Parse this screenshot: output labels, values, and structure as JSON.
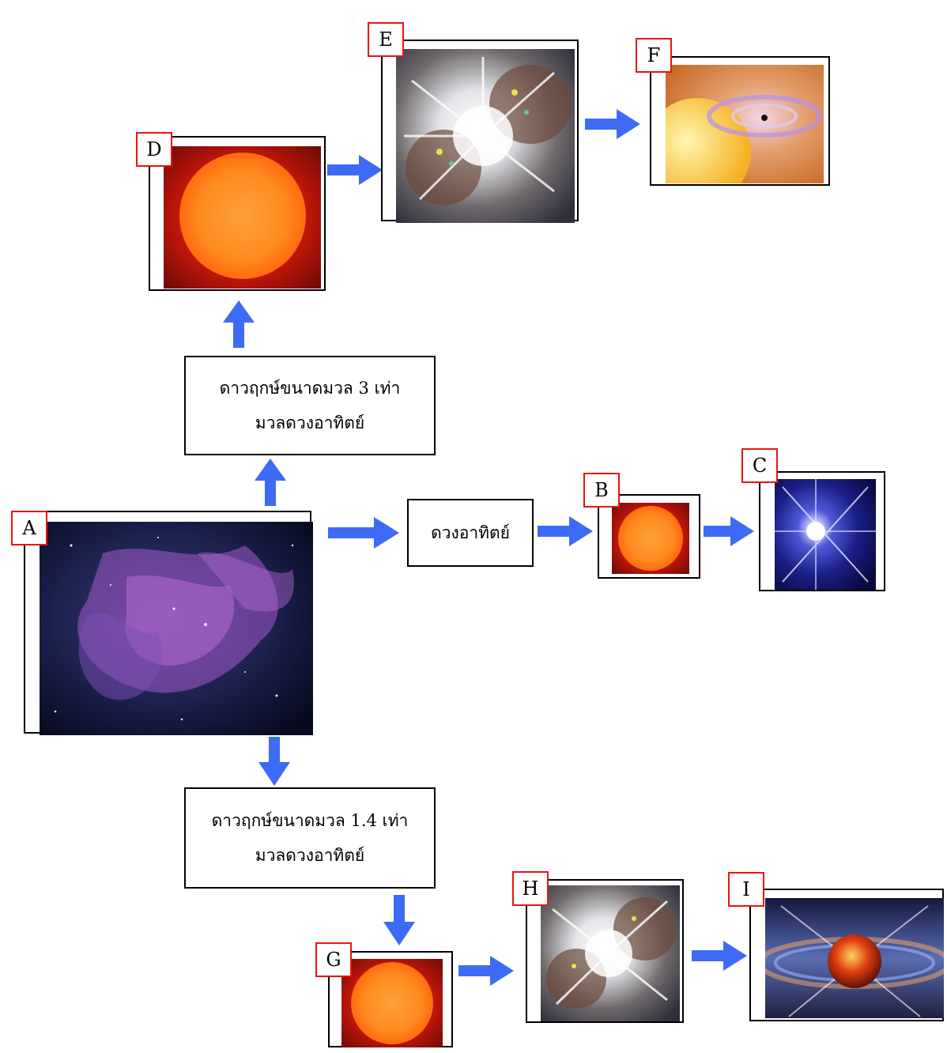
{
  "labels": {
    "a": "A",
    "b": "B",
    "c": "C",
    "d": "D",
    "e": "E",
    "f": "F",
    "g": "G",
    "h": "H",
    "i": "I"
  },
  "text_boxes": {
    "mass3": {
      "line1": "ดาวฤกษ์ขนาดมวล 3 เท่า",
      "line2": "มวลดวงอาทิตย์"
    },
    "sun": {
      "line1": "ดวงอาทิตย์"
    },
    "mass14": {
      "line1": "ดาวฤกษ์ขนาดมวล 1.4 เท่า",
      "line2": "มวลดวงอาทิตย์"
    }
  },
  "images": {
    "a": "nebula-image",
    "b": "red-star-image",
    "c": "white-dwarf-image",
    "d": "red-giant-image",
    "e": "supernova-image",
    "f": "black-hole-image",
    "g": "red-giant-image",
    "h": "supernova-image",
    "i": "neutron-star-image"
  },
  "colors": {
    "arrow": "#3d6bf5",
    "label_border": "#e11111",
    "frame_border": "#000000"
  }
}
